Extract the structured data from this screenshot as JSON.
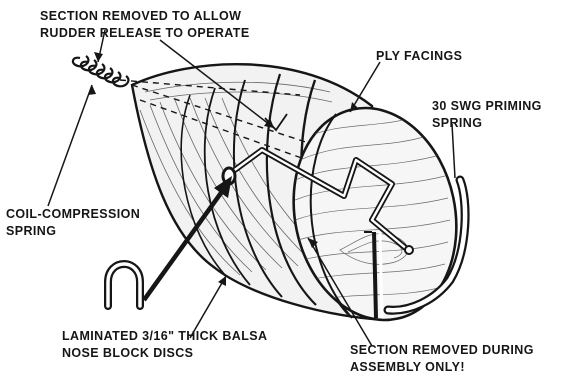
{
  "labels": {
    "section_removed_rudder": {
      "line1": "SECTION REMOVED TO ALLOW",
      "line2": "RUDDER RELEASE TO OPERATE"
    },
    "ply_facings": {
      "line1": "PLY FACINGS"
    },
    "priming_spring": {
      "line1": "30 SWG PRIMING",
      "line2": "SPRING"
    },
    "coil_spring": {
      "line1": "COIL-COMPRESSION",
      "line2": "SPRING"
    },
    "balsa_discs": {
      "line1": "LAMINATED 3/16\" THICK BALSA",
      "line2": "NOSE BLOCK DISCS"
    },
    "section_removed_assembly": {
      "line1": "SECTION REMOVED DURING",
      "line2": "ASSEMBLY ONLY!"
    }
  },
  "colors": {
    "ink": "#161616",
    "paper": "#ffffff"
  }
}
